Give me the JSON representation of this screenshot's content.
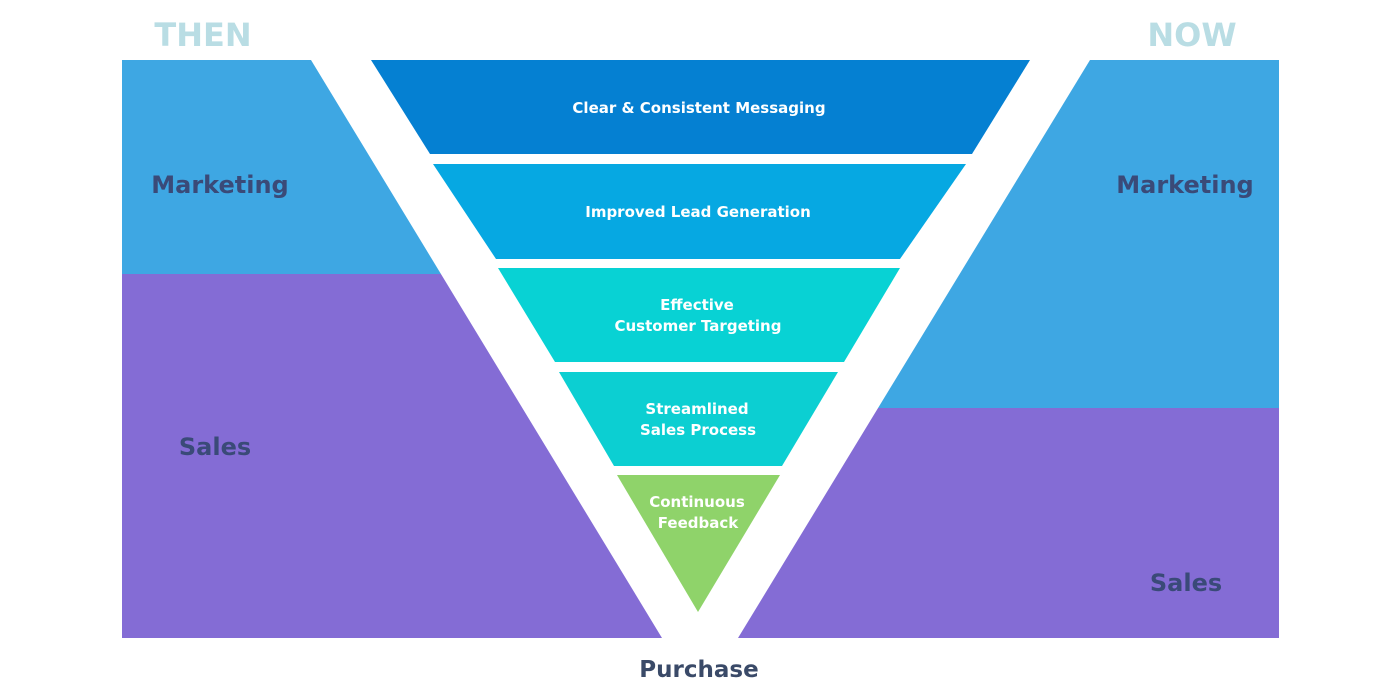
{
  "headers": {
    "then": "THEN",
    "now": "NOW"
  },
  "then_side": {
    "marketing_label": "Marketing",
    "sales_label": "Sales"
  },
  "now_side": {
    "marketing_label": "Marketing",
    "sales_label": "Sales"
  },
  "funnel": [
    {
      "lines": [
        "Clear & Consistent Messaging"
      ]
    },
    {
      "lines": [
        "Improved Lead Generation"
      ]
    },
    {
      "lines": [
        "Effective",
        "Customer Targeting"
      ]
    },
    {
      "lines": [
        "Streamlined",
        "Sales Process"
      ]
    },
    {
      "lines": [
        "Continuous",
        "Feedback"
      ]
    }
  ],
  "bottom_label": "Purchase",
  "colors": {
    "header": "#b9dde4",
    "marketing": "#3ea7e3",
    "sales": "#846cd5",
    "side_label": "#3a4a78",
    "bottom_label": "#3a4a68",
    "funnel_text": "#ffffff",
    "funnel_bands": [
      "#0580d2",
      "#06a8e2",
      "#08d2d4",
      "#0ccfd2",
      "#8fd36a"
    ]
  }
}
